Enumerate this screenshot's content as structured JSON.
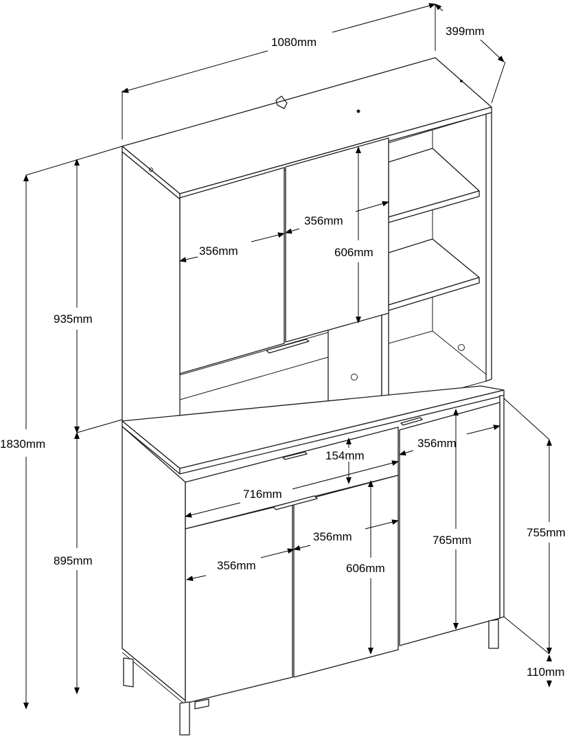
{
  "dimensions": {
    "total_width": "1080mm",
    "depth": "399mm",
    "total_height": "1830mm",
    "upper_height": "935mm",
    "lower_height": "895mm",
    "upper_door_left_width": "356mm",
    "upper_door_right_width": "356mm",
    "upper_door_height": "606mm",
    "drawer_height": "154mm",
    "drawer_width": "716mm",
    "lower_door_left_width": "356mm",
    "lower_door_mid_width": "356mm",
    "lower_door_mid_height": "606mm",
    "lower_door_right_width": "356mm",
    "lower_door_right_height": "765mm",
    "side_body_height": "755mm",
    "leg_height": "110mm"
  },
  "colors": {
    "line": "#1a1a1a",
    "background": "#ffffff"
  }
}
